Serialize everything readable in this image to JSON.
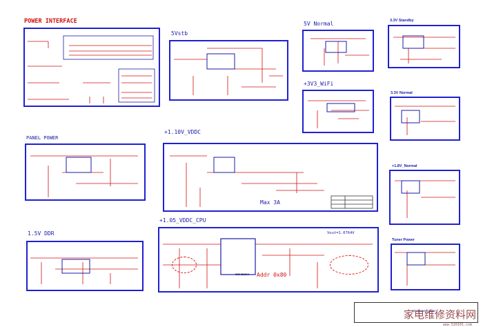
{
  "sections": {
    "power_interface": "POWER INTERFACE",
    "stb5v": "5Vstb",
    "normal5v": "5V Normal",
    "standby33": "3.3V Standby",
    "wifi33": "+3V3_WiFi",
    "normal33": "3.3V Normal",
    "panel_power": "PANEL POWER",
    "vddc110": "+1.10V_VDDC",
    "normal18": "+1.8V_Normal",
    "ddr15": "1.5V DDR",
    "vddc105_cpu": "+1.05_VDDC_CPU",
    "tuner_power": "Tuner Power"
  },
  "notes": {
    "max3a": "Max 3A",
    "vout": "Vout=1.0764V",
    "addr": "Addr 0x80",
    "pmic_part": "MSH8110A"
  },
  "watermark": {
    "text": "家电维修资料网",
    "url": "www.520101.com"
  },
  "titleblock": {
    "label": "DC/power power"
  },
  "colors": {
    "box": "#1f1fd0",
    "wire": "#d01010",
    "component": "#1a1aa8"
  }
}
